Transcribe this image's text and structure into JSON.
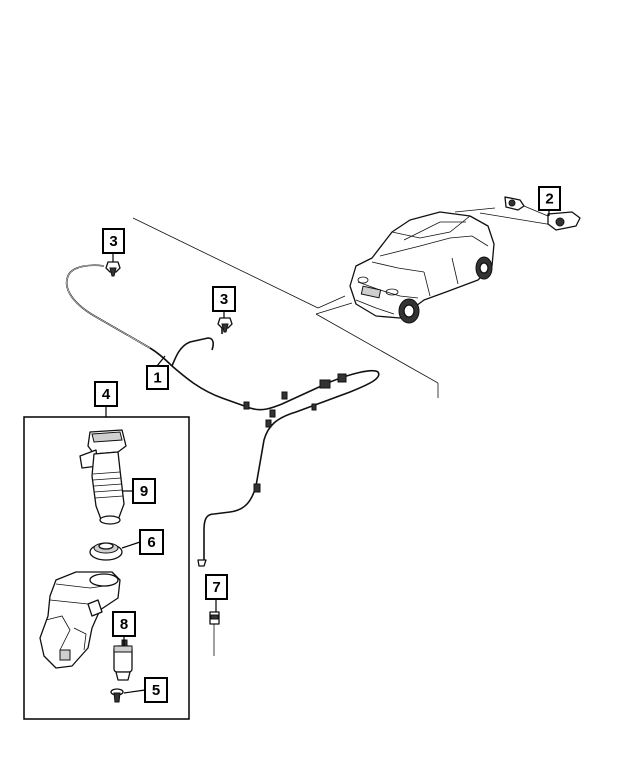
{
  "colors": {
    "line": "#000000",
    "background": "#ffffff"
  },
  "callouts": [
    {
      "id": "1",
      "label": "1"
    },
    {
      "id": "2",
      "label": "2"
    },
    {
      "id": "3a",
      "label": "3"
    },
    {
      "id": "3b",
      "label": "3"
    },
    {
      "id": "4",
      "label": "4"
    },
    {
      "id": "5",
      "label": "5"
    },
    {
      "id": "6",
      "label": "6"
    },
    {
      "id": "7",
      "label": "7"
    },
    {
      "id": "8",
      "label": "8"
    },
    {
      "id": "9",
      "label": "9"
    }
  ]
}
